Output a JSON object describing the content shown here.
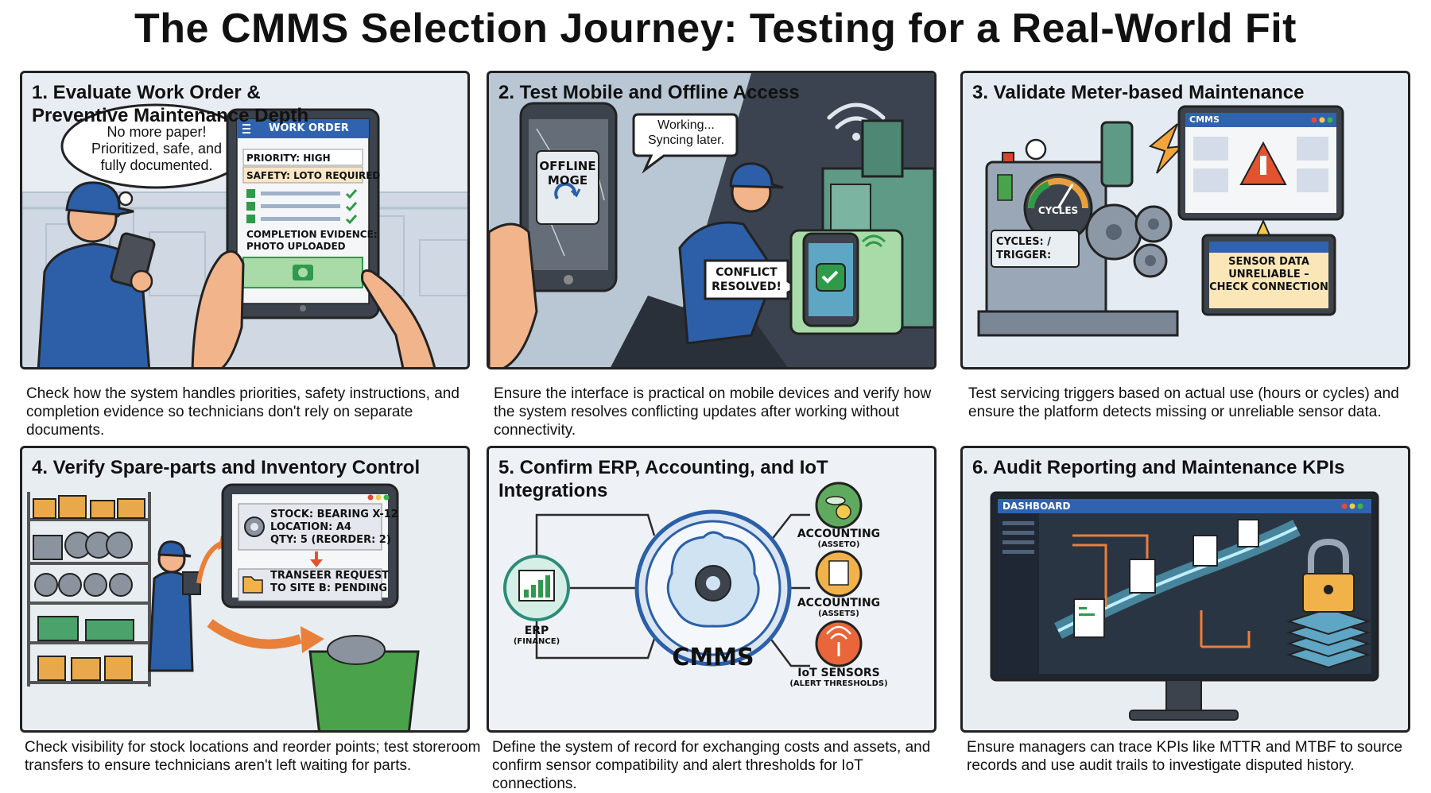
{
  "title": "The CMMS Selection Journey: Testing for a Real-World Fit",
  "panels": [
    {
      "title": "1. Evaluate Work Order & Preventive Maintenance Depth",
      "caption": "Check how the system handles priorities, safety instructions, and completion evidence so technicians don't rely on separate documents.",
      "speech": [
        "No more paper!",
        "Prioritized, safe, and",
        "fully documented."
      ],
      "tablet_header": "WORK ORDER",
      "priority": "PRIORITY: HIGH",
      "safety": "SAFETY: LOTO REQUIRED",
      "evidence": [
        "COMPLETION EVIDENCE:",
        "PHOTO UPLOADED"
      ]
    },
    {
      "title": "2. Test Mobile and Offline Access",
      "caption": "Ensure the interface is practical on mobile devices and verify how the system resolves conflicting updates after working without connectivity.",
      "offline": [
        "OFFLINE",
        "MOGE"
      ],
      "speech": [
        "Working...",
        "Syncing later."
      ],
      "conflict": [
        "CONFLICT",
        "RESOLVED!"
      ]
    },
    {
      "title": "3. Validate Meter-based Maintenance",
      "caption": "Test servicing triggers based on actual use (hours or cycles) and ensure the platform detects missing or unreliable sensor data.",
      "gauge": "CYCLES",
      "readout": [
        "CYCLES: /",
        "TRIGGER:"
      ],
      "monitor": "CMMS",
      "warning": [
        "SENSOR DATA",
        "UNRELIABLE –",
        "CHECK CONNECTION"
      ]
    },
    {
      "title": "4. Verify Spare-parts and Inventory Control",
      "caption": "Check visibility for stock locations and reorder points; test storeroom transfers to ensure technicians aren't left waiting for parts.",
      "stock": [
        "STOCK: BEARING X-12",
        "LOCATION: A4",
        "QTY: 5 (REORDER: 2)"
      ],
      "transfer": [
        "TRANSEER REQUEST",
        "TO SITE B: PENDING"
      ]
    },
    {
      "title": "5. Confirm ERP, Accounting, and IoT Integrations",
      "caption": "Define the system of record for exchanging costs and assets, and confirm sensor compatibility and alert thresholds for IoT connections.",
      "center": "CMMS",
      "erp": [
        "ERP",
        "(FINANCE)"
      ],
      "acc1": [
        "ACCOUNTING",
        "(ASSETO)"
      ],
      "acc2": [
        "ACCOUNTING",
        "(ASSETS)"
      ],
      "iot": [
        "IoT SENSORS",
        "(ALERT THRESHOLDS)"
      ]
    },
    {
      "title": "6. Audit Reporting and Maintenance KPIs",
      "caption": "Ensure managers can trace KPIs like MTTR and MTBF to source records and use audit trails to investigate disputed history.",
      "dashboard": "DASHBOARD"
    }
  ]
}
